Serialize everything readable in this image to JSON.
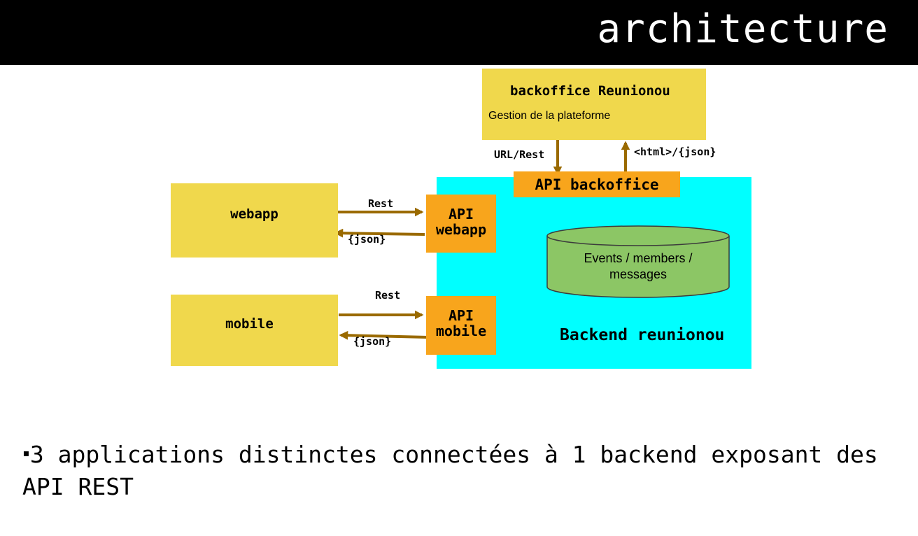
{
  "header": {
    "title": "architecture"
  },
  "diagram": {
    "backoffice": {
      "title": "backoffice Reunionou",
      "subtitle": "Gestion de la plateforme"
    },
    "api_backoffice": "API backoffice",
    "webapp": "webapp",
    "mobile": "mobile",
    "api_webapp": "API\nwebapp",
    "api_mobile": "API\nmobile",
    "database": "Events / members /\nmessages",
    "backend": "Backend reunionou",
    "edges": {
      "webapp_request": "Rest",
      "webapp_response": "{json}",
      "mobile_request": "Rest",
      "mobile_response": "{json}",
      "backoffice_request": "URL/Rest",
      "backoffice_response": "<html>/{json}"
    },
    "colors": {
      "client_box": "#f0d84c",
      "api_box": "#f8a51c",
      "backend_area": "#00ffff",
      "database": "#8cc665",
      "arrow": "#9a6a00"
    }
  },
  "bullets": [
    "3 applications distinctes connectées à 1 backend exposant des API REST"
  ]
}
